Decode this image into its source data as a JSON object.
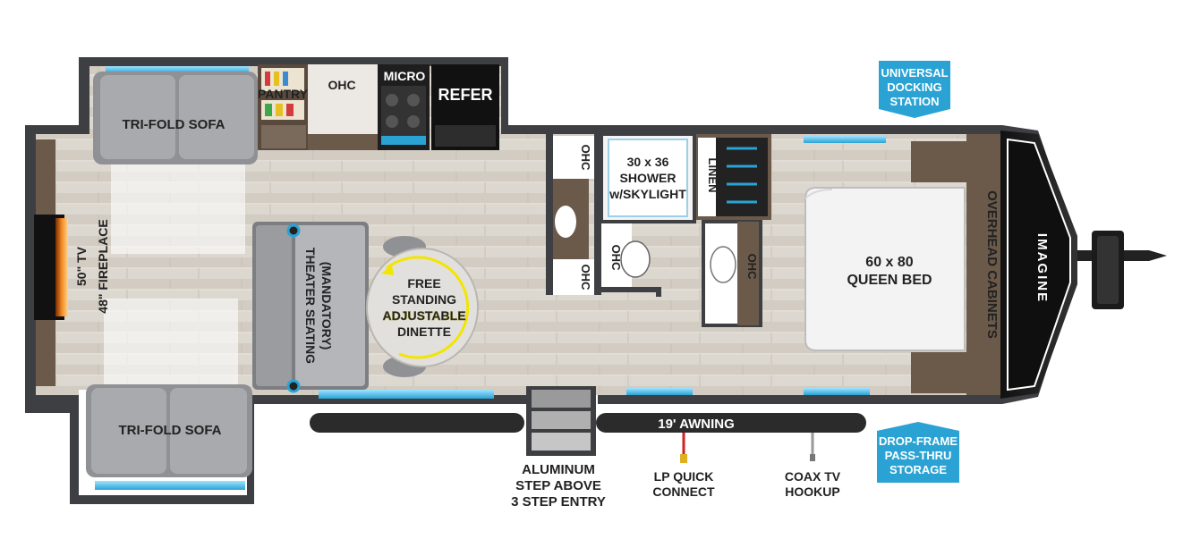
{
  "labels": {
    "tri_fold_sofa_top": "TRI-FOLD SOFA",
    "tri_fold_sofa_bottom": "TRI-FOLD SOFA",
    "pantry": "PANTRY",
    "ohc_kitchen": "OHC",
    "micro": "MICRO",
    "refer": "REFER",
    "tv_line1": "50\" TV",
    "tv_line2": "48\" FIREPLACE",
    "theater_line1": "THEATER SEATING",
    "theater_line2": "(MANDATORY)",
    "dinette_line1": "FREE",
    "dinette_line2": "STANDING",
    "dinette_line3": "ADJUSTABLE",
    "dinette_line4": "DINETTE",
    "ohc_bath_top": "OHC",
    "ohc_bath_bottom": "OHC",
    "ohc_toilet": "OHC",
    "ohc_vanity": "OHC",
    "shower_line1": "30 x 36",
    "shower_line2": "SHOWER",
    "shower_line3": "w/SKYLIGHT",
    "linen": "LINEN",
    "bed_line1": "60 x 80",
    "bed_line2": "QUEEN BED",
    "overhead_cabinets": "OVERHEAD CABINETS",
    "brand": "IMAGINE",
    "awning": "19' AWNING",
    "docking_line1": "UNIVERSAL",
    "docking_line2": "DOCKING",
    "docking_line3": "STATION",
    "storage_line1": "DROP-FRAME",
    "storage_line2": "PASS-THRU",
    "storage_line3": "STORAGE",
    "step_line1": "ALUMINUM",
    "step_line2": "STEP ABOVE",
    "step_line3": "3 STEP ENTRY",
    "lp_line1": "LP QUICK",
    "lp_line2": "CONNECT",
    "coax_line1": "COAX TV",
    "coax_line2": "HOOKUP"
  },
  "colors": {
    "accent_blue": "#2aa3d4",
    "accent_yellow": "#f2e500",
    "wall": "#3d3f42",
    "floor": "#d9d4cc",
    "awning": "#2b2b2b",
    "fireplace": "#f08a24"
  }
}
